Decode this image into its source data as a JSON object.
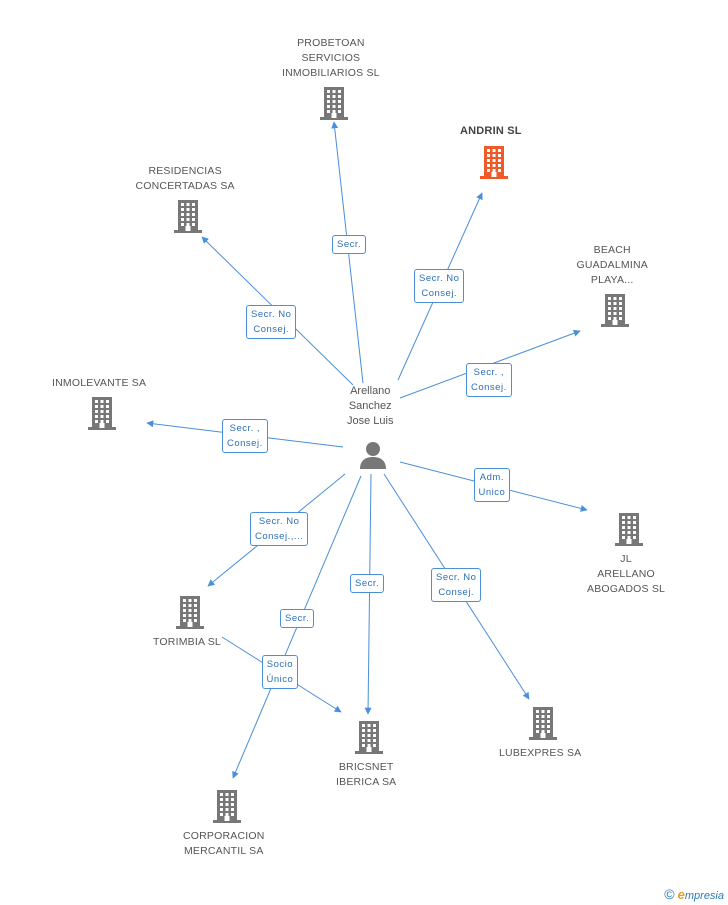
{
  "colors": {
    "edge": "#4a8fd9",
    "building": "#777777",
    "highlight": "#f05a28",
    "person": "#777777"
  },
  "person": {
    "name": "Arellano\nSanchez\nJose Luis",
    "icon": "person-icon"
  },
  "companies": [
    {
      "id": "probetoan",
      "name": "PROBETOAN\nSERVICIOS\nINMOBILIARIOS SL",
      "highlight": false
    },
    {
      "id": "andrin",
      "name": "ANDRIN SL",
      "highlight": true
    },
    {
      "id": "residencias",
      "name": "RESIDENCIAS\nCONCERTADAS SA",
      "highlight": false
    },
    {
      "id": "beach",
      "name": "BEACH\nGUADALMINA\nPLAYA...",
      "highlight": false
    },
    {
      "id": "inmolevante",
      "name": "INMOLEVANTE SA",
      "highlight": false
    },
    {
      "id": "jl",
      "name": "JL\nARELLANO\nABOGADOS  SL",
      "highlight": false
    },
    {
      "id": "torimbia",
      "name": "TORIMBIA SL",
      "highlight": false
    },
    {
      "id": "bricsnet",
      "name": "BRICSNET\nIBERICA SA",
      "highlight": false
    },
    {
      "id": "lubexpres",
      "name": "LUBEXPRES SA",
      "highlight": false
    },
    {
      "id": "corporacion",
      "name": "CORPORACION\nMERCANTIL SA",
      "highlight": false
    }
  ],
  "relations": [
    {
      "from": "person",
      "to": "probetoan",
      "label": "Secr."
    },
    {
      "from": "person",
      "to": "andrin",
      "label": "Secr.  No\nConsej."
    },
    {
      "from": "person",
      "to": "residencias",
      "label": "Secr.  No\nConsej."
    },
    {
      "from": "person",
      "to": "beach",
      "label": "Secr. ,\nConsej."
    },
    {
      "from": "person",
      "to": "inmolevante",
      "label": "Secr. ,\nConsej."
    },
    {
      "from": "person",
      "to": "jl",
      "label": "Adm.\nUnico"
    },
    {
      "from": "person",
      "to": "torimbia",
      "label": "Secr.  No\nConsej.,..."
    },
    {
      "from": "person",
      "to": "bricsnet",
      "label": "Secr."
    },
    {
      "from": "person",
      "to": "lubexpres",
      "label": "Secr.  No\nConsej."
    },
    {
      "from": "person",
      "to": "corporacion",
      "label": "Secr."
    },
    {
      "from": "torimbia",
      "to": "bricsnet",
      "label": "Socio\nÚnico"
    }
  ],
  "footer": {
    "copyright": "©",
    "brand_initial": "e",
    "brand_rest": "mpresia"
  }
}
